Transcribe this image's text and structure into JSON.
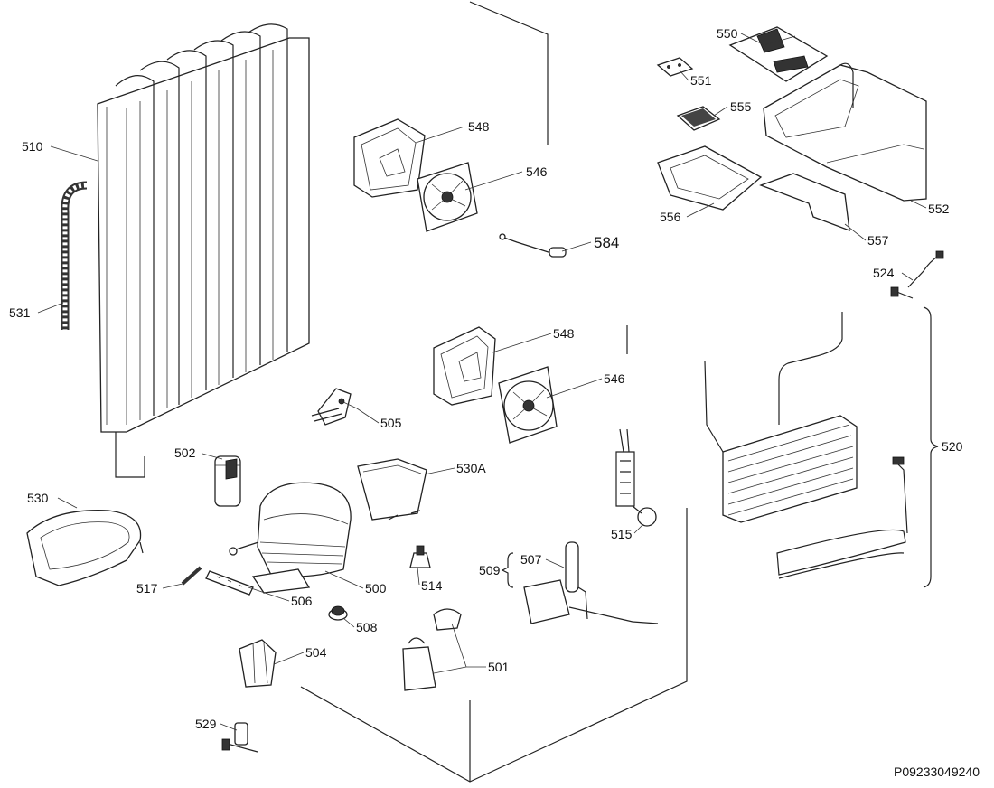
{
  "diagram": {
    "drawing_id": "P09233049240",
    "labels": {
      "p510": "510",
      "p531": "531",
      "p548a": "548",
      "p546a": "546",
      "p584": "584",
      "p548b": "548",
      "p546b": "546",
      "p505": "505",
      "p502": "502",
      "p530A": "530A",
      "p530": "530",
      "p517": "517",
      "p506": "506",
      "p500": "500",
      "p514": "514",
      "p508": "508",
      "p504": "504",
      "p529": "529",
      "p501": "501",
      "p515": "515",
      "p507": "507",
      "p509": "509",
      "p550": "550",
      "p551": "551",
      "p555": "555",
      "p556": "556",
      "p557": "557",
      "p552": "552",
      "p524": "524",
      "p520": "520"
    }
  }
}
